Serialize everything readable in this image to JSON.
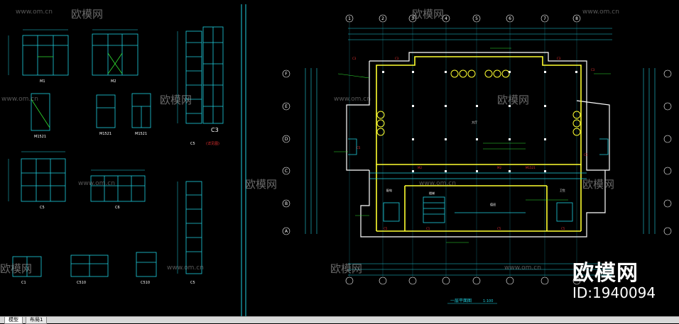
{
  "tabs": {
    "model": "模型",
    "layout1": "布局1"
  },
  "watermark": {
    "brand": "欧模网",
    "url": "www.om.cn"
  },
  "brand_mark": {
    "name": "欧模网",
    "id": "ID:1940094"
  },
  "drawing": {
    "left_labels": [
      "M1",
      "M2",
      "M1521",
      "M1521",
      "M1521",
      "C3",
      "(详见图)",
      "C5",
      "C6",
      "C5",
      "C5",
      "C510",
      "C510",
      "C1",
      "C1"
    ],
    "plan_title": "一层平面图",
    "plan_scale": "1:100",
    "grid_columns": [
      "1",
      "2",
      "3",
      "4",
      "5",
      "6",
      "7",
      "8"
    ],
    "grid_rows": [
      "F",
      "E",
      "D",
      "C",
      "B",
      "A"
    ],
    "room_labels": [
      "大厅",
      "楼梯",
      "配电",
      "卫生",
      "值班"
    ]
  },
  "colors": {
    "cyan": "#20d0e0",
    "yellow": "#ffff30",
    "green": "#30e030",
    "red": "#e03030",
    "white": "#ffffff",
    "tab_bar": "#d9d9d9"
  }
}
